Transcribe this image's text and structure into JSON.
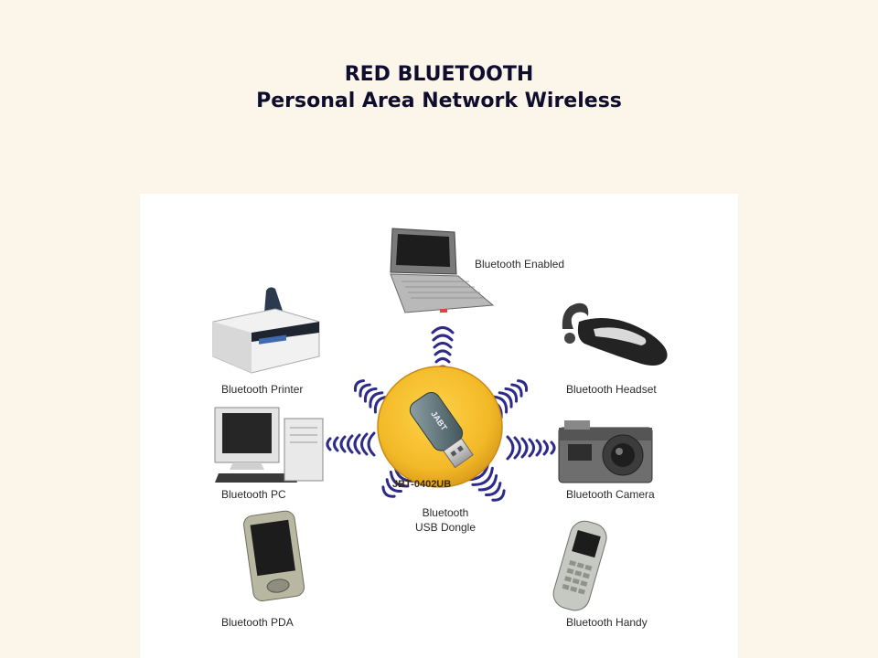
{
  "title": {
    "line1": "RED BLUETOOTH",
    "line2": "Personal Area Network Wireless"
  },
  "hub": {
    "model": "JBT-0402UB",
    "label_line1": "Bluetooth",
    "label_line2": "USB Dongle",
    "brand": "JABT",
    "color": "#f2b927"
  },
  "devices": {
    "enabled": "Bluetooth Enabled",
    "printer": "Bluetooth Printer",
    "headset": "Bluetooth Headset",
    "pc": "Bluetooth PC",
    "camera": "Bluetooth Camera",
    "pda": "Bluetooth PDA",
    "handy": "Bluetooth Handy"
  },
  "colors": {
    "wave": "#2d2a8a",
    "background": "#fbf5ea",
    "panel": "#ffffff",
    "title": "#0f0d2e"
  },
  "icons": [
    "laptop-icon",
    "printer-icon",
    "headset-icon",
    "pc-icon",
    "camera-icon",
    "pda-icon",
    "phone-icon",
    "usb-dongle-icon"
  ]
}
